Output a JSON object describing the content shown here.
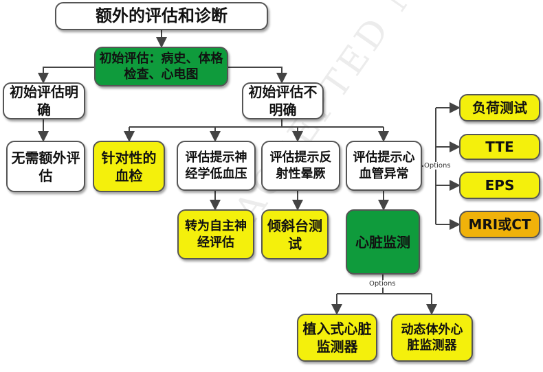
{
  "watermark": "ACCEPTED MANUSCRIPT",
  "nodes": {
    "title": "额外的评估和诊断",
    "initial": "初始评估：病史、体格检查、心电图",
    "clear": "初始评估明确",
    "unclear": "初始评估不明确",
    "no_further": "无需额外评估",
    "blood_test": "针对性的血检",
    "neuro": "评估提示神经学低血压",
    "reflex": "评估提示反射性晕厥",
    "cardio": "评估提示心血管异常",
    "autonomic": "转为自主神经评估",
    "tilt": "倾斜台测试",
    "cardiac_monitor": "心脏监测",
    "implantable": "植入式心脏监测器",
    "external": "动态体外心脏监测器",
    "stress": "负荷测试",
    "tte": "TTE",
    "eps": "EPS",
    "mri_ct": "MRI或CT"
  },
  "labels": {
    "options_right": "Options",
    "options_bottom": "Options"
  },
  "colors": {
    "yellow": "#f4f00c",
    "green": "#0f9b3c",
    "orange": "#f0b20a"
  }
}
